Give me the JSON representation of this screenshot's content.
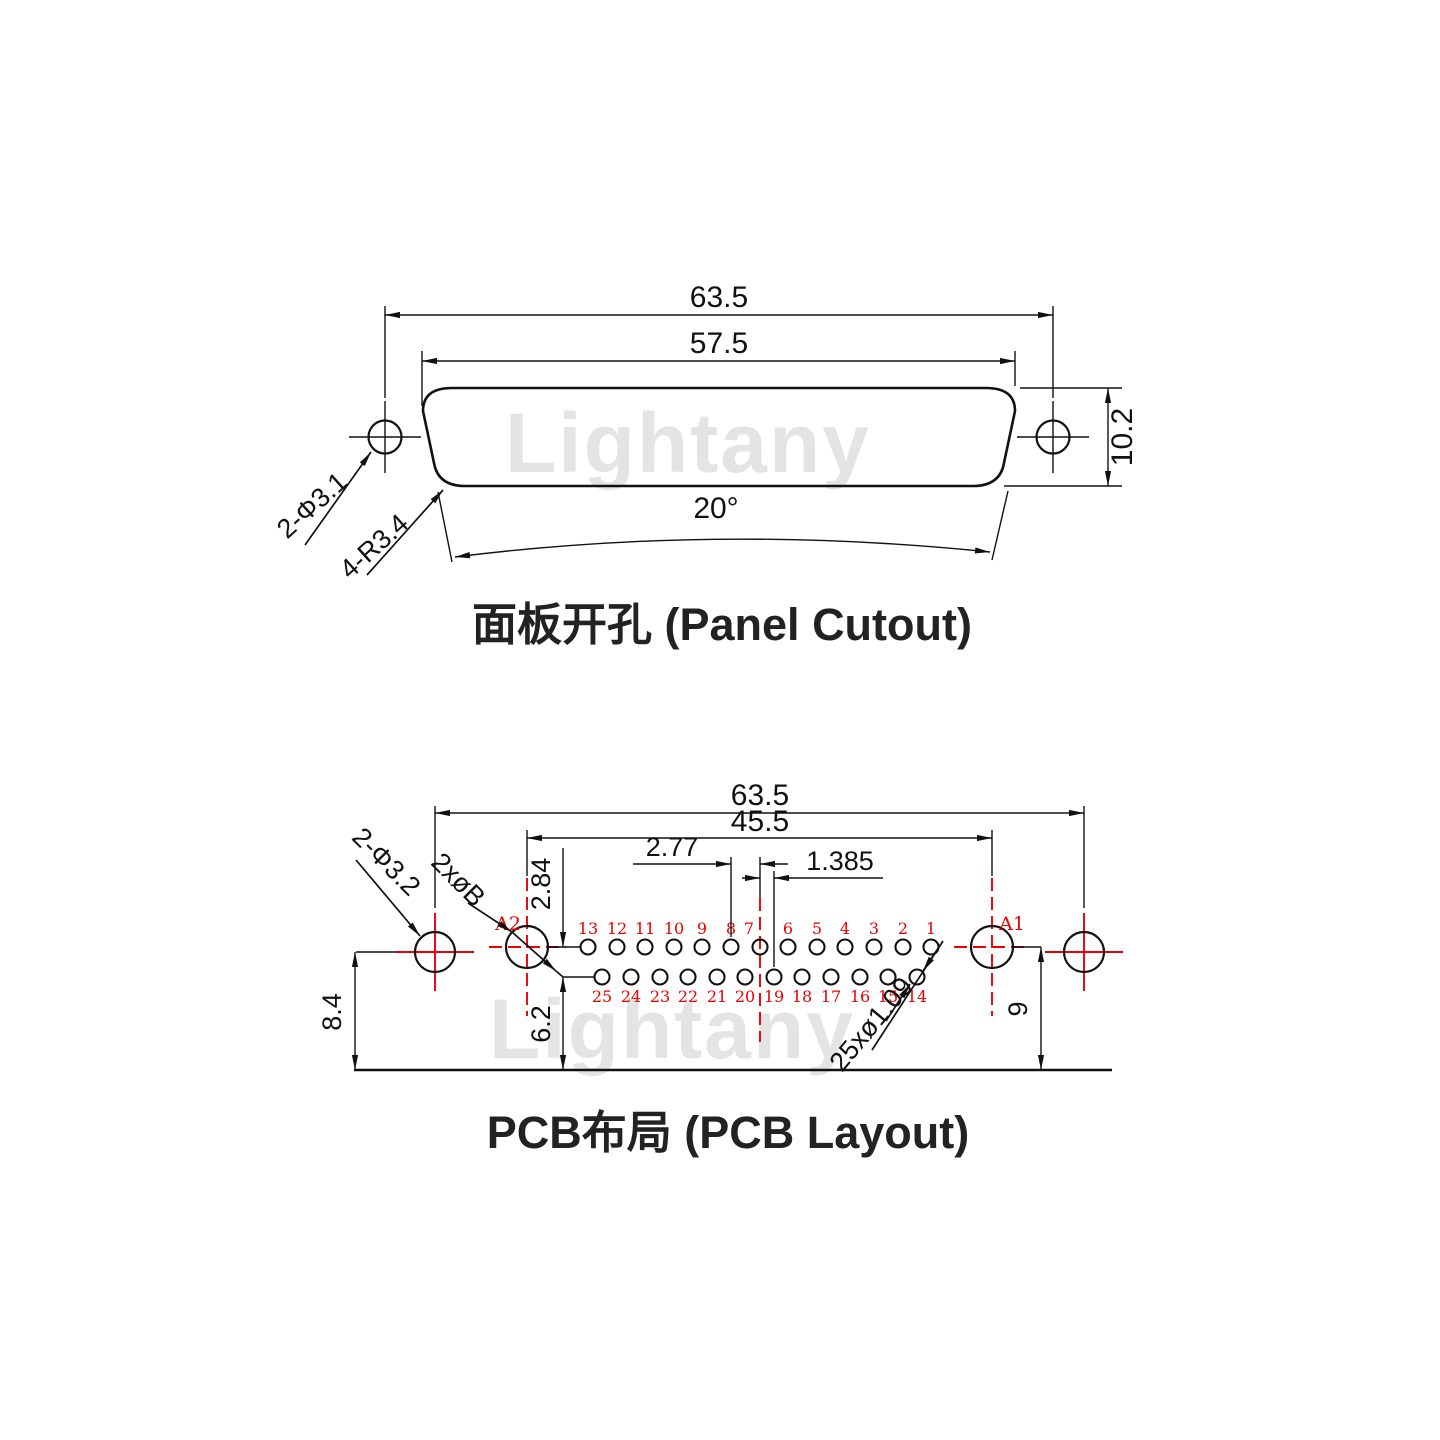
{
  "watermark": "Lightany",
  "colors": {
    "line": "#111111",
    "accent_red": "#ea0000",
    "watermark_gray": "#e4e4e4"
  },
  "panel": {
    "title": "面板开孔 (Panel Cutout)",
    "dim_overall_width": "63.5",
    "dim_cutout_width": "57.5",
    "dim_height": "10.2",
    "dim_angle": "20°",
    "label_mount_holes": "2-Φ3.1",
    "label_corner_radius": "4-R3.4"
  },
  "pcb": {
    "title": "PCB布局 (PCB Layout)",
    "dim_overall_width": "63.5",
    "dim_a_span": "45.5",
    "dim_row_spacing": "2.84",
    "dim_pin_pitch": "2.77",
    "dim_row_stagger": "1.385",
    "dim_mount_to_edge": "8.4",
    "dim_row_to_edge": "6.2",
    "dim_a_to_edge": "9",
    "label_mount_holes": "2-Φ3.2",
    "label_a_holes": "2xøB",
    "label_pin_holes": "25xø1.09",
    "label_a1": "A1",
    "label_a2": "A2",
    "top_pins": [
      "13",
      "12",
      "11",
      "10",
      "9",
      "8",
      "7",
      "6",
      "5",
      "4",
      "3",
      "2",
      "1"
    ],
    "bottom_pins": [
      "25",
      "24",
      "23",
      "22",
      "21",
      "20",
      "19",
      "18",
      "17",
      "16",
      "15",
      "14"
    ]
  }
}
